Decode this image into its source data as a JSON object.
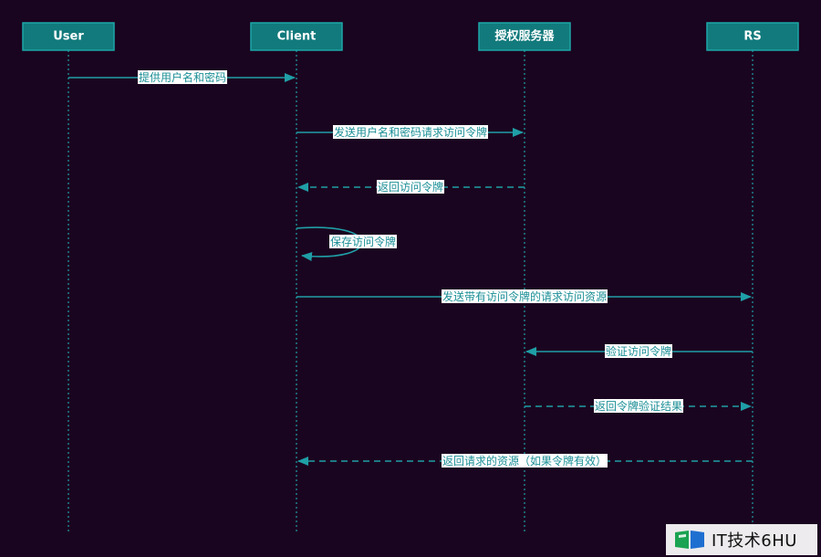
{
  "participants": [
    {
      "id": "user",
      "label": "User"
    },
    {
      "id": "client",
      "label": "Client"
    },
    {
      "id": "auth",
      "label": "授权服务器"
    },
    {
      "id": "rs",
      "label": "RS"
    }
  ],
  "messages": [
    {
      "from": "user",
      "to": "client",
      "label": "提供用户名和密码",
      "style": "solid"
    },
    {
      "from": "client",
      "to": "auth",
      "label": "发送用户名和密码请求访问令牌",
      "style": "solid"
    },
    {
      "from": "auth",
      "to": "client",
      "label": "返回访问令牌",
      "style": "dashed"
    },
    {
      "from": "client",
      "to": "client",
      "label": "保存访问令牌",
      "style": "self"
    },
    {
      "from": "client",
      "to": "rs",
      "label": "发送带有访问令牌的请求访问资源",
      "style": "solid"
    },
    {
      "from": "rs",
      "to": "auth",
      "label": "验证访问令牌",
      "style": "solid"
    },
    {
      "from": "auth",
      "to": "rs",
      "label": "返回令牌验证结果",
      "style": "dashed"
    },
    {
      "from": "rs",
      "to": "client",
      "label": "返回请求的资源（如果令牌有效）",
      "style": "dashed"
    }
  ],
  "watermark": {
    "text": "IT技术6HU"
  }
}
